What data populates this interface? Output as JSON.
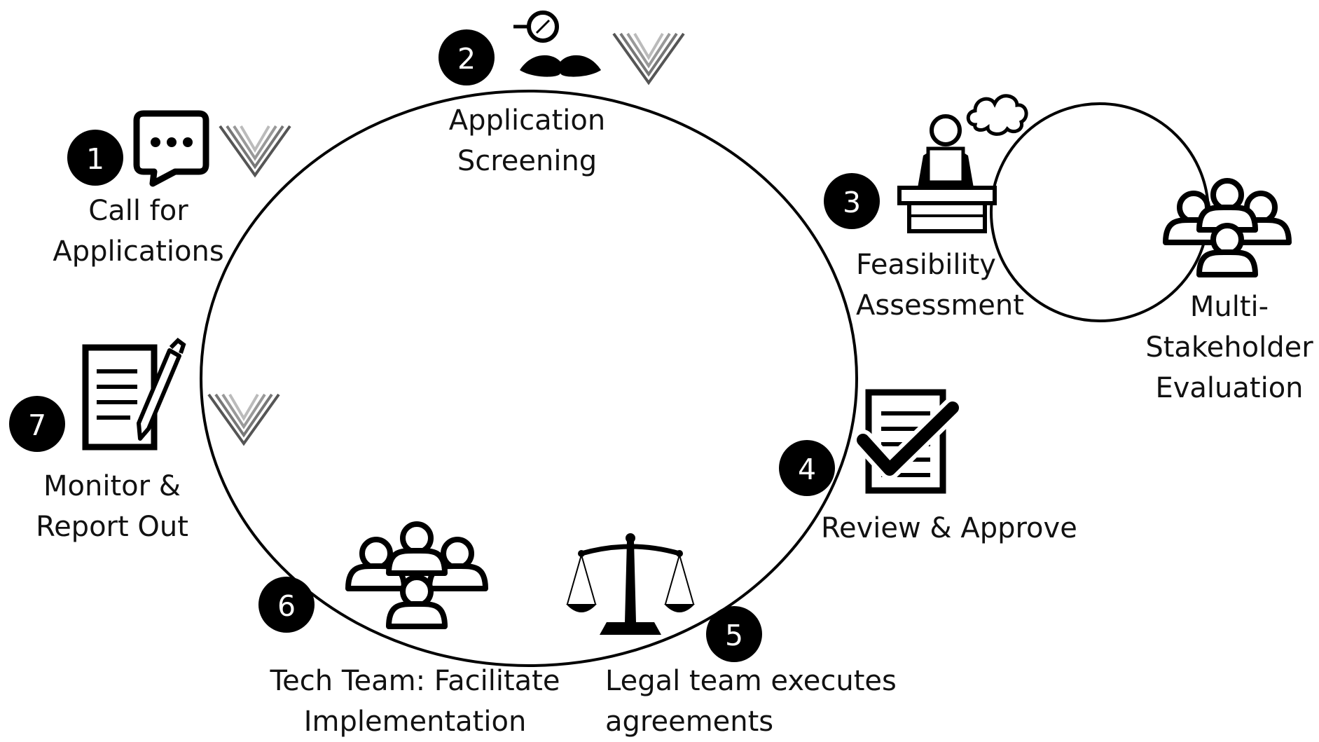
{
  "diagram": {
    "steps": [
      {
        "number": "1",
        "line1": "Call for",
        "line2": "Applications",
        "icon": "chat-bubble-icon",
        "has_logo": true
      },
      {
        "number": "2",
        "line1": "Application",
        "line2": "Screening",
        "icon": "monocle-mustache-icon",
        "has_logo": true
      },
      {
        "number": "3",
        "line1": "Feasibility",
        "line2": "Assessment",
        "icon": "person-at-desk-icon",
        "has_logo": false
      },
      {
        "number": "4",
        "line1": "Review & Approve",
        "line2": "",
        "icon": "checklist-icon",
        "has_logo": false
      },
      {
        "number": "5",
        "line1": "Legal team executes",
        "line2": "agreements",
        "icon": "scales-icon",
        "has_logo": false
      },
      {
        "number": "6",
        "line1": "Tech Team: Facilitate",
        "line2": "Implementation",
        "icon": "team-icon",
        "has_logo": false
      },
      {
        "number": "7",
        "line1": "Monitor &",
        "line2": "Report Out",
        "icon": "document-pen-icon",
        "has_logo": true
      }
    ],
    "side_process": {
      "line1": "Multi-",
      "line2": "Stakeholder",
      "line3": "Evaluation",
      "icon": "stakeholder-group-icon"
    },
    "colors": {
      "ink": "#000000",
      "background": "#ffffff",
      "logo": "#888888"
    }
  }
}
